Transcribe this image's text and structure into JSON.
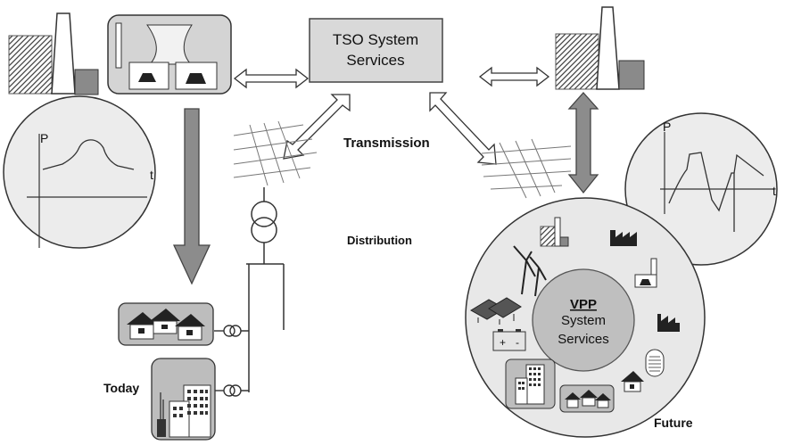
{
  "tso_box": {
    "line1": "TSO System",
    "line2": "Services"
  },
  "labels": {
    "transmission": "Transmission",
    "distribution": "Distribution",
    "today": "Today",
    "future": "Future"
  },
  "left_plot": {
    "y_axis": "P",
    "x_axis": "t"
  },
  "right_plot": {
    "y_axis": "P",
    "x_axis": "t"
  },
  "vpp": {
    "title": "VPP",
    "line1": "System",
    "line2": "Services"
  },
  "battery": {
    "plus": "+",
    "minus": "-"
  },
  "colors": {
    "box_fill": "#d9d9d9",
    "arrow_dark": "#8c8c8c",
    "circle_fill": "#ededed",
    "stroke": "#333333"
  }
}
